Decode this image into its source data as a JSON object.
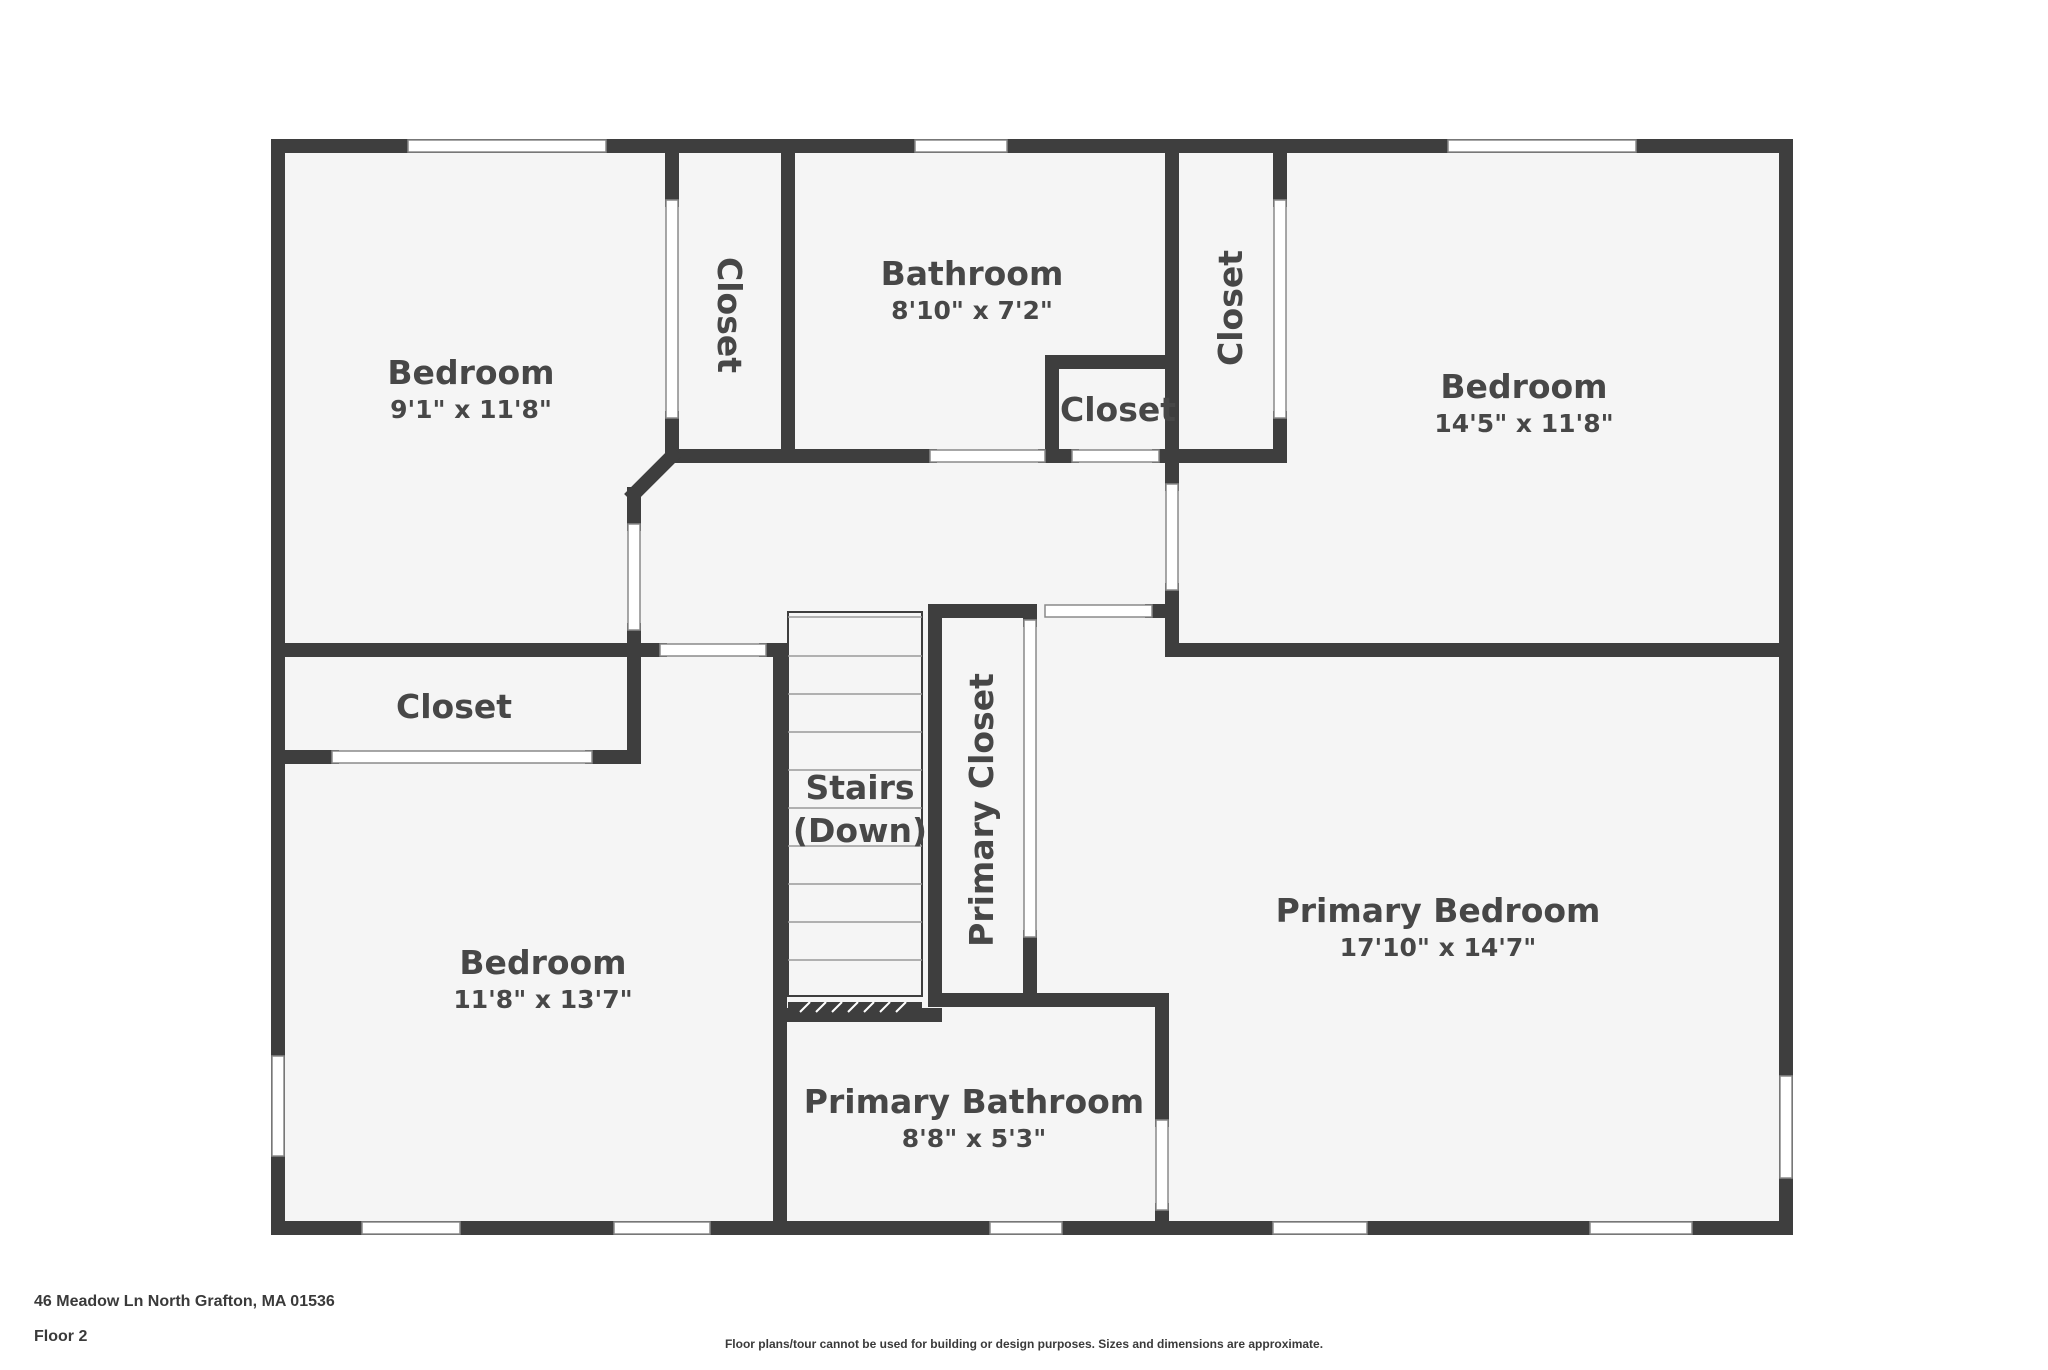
{
  "rooms": {
    "bedroom_nw": {
      "name": "Bedroom",
      "dims": "9'1\" x 11'8\""
    },
    "closet_nw": {
      "name": "Closet"
    },
    "bathroom": {
      "name": "Bathroom",
      "dims": "8'10\" x 7'2\""
    },
    "closet_bath": {
      "name": "Closet"
    },
    "closet_ne": {
      "name": "Closet"
    },
    "bedroom_ne": {
      "name": "Bedroom",
      "dims": "14'5\" x 11'8\""
    },
    "closet_w": {
      "name": "Closet"
    },
    "stairs": {
      "line1": "Stairs",
      "line2": "(Down)"
    },
    "primary_closet": {
      "name": "Primary Closet"
    },
    "primary_bedroom": {
      "name": "Primary Bedroom",
      "dims": "17'10\" x 14'7\""
    },
    "bedroom_sw": {
      "name": "Bedroom",
      "dims": "11'8\" x 13'7\""
    },
    "primary_bathroom": {
      "name": "Primary Bathroom",
      "dims": "8'8\" x 5'3\""
    }
  },
  "footer": {
    "address": "46 Meadow Ln North Grafton, MA 01536",
    "floor": "Floor 2",
    "disclaimer": "Floor plans/tour cannot be used for building or design purposes. Sizes and dimensions are approximate."
  },
  "colors": {
    "wall": "#3e3e3e",
    "floor": "#f5f5f5",
    "text": "#474747"
  }
}
